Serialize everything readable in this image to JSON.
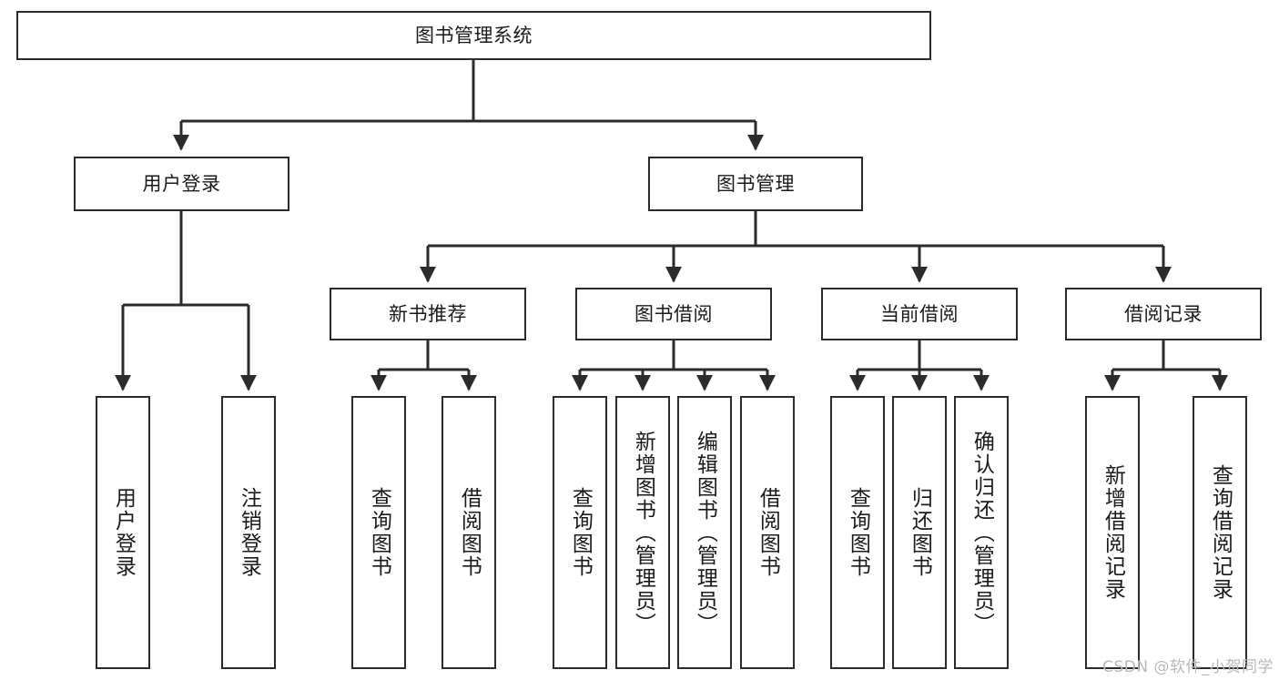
{
  "diagram": {
    "title": "图书管理系统",
    "type": "tree-hierarchy-diagram",
    "style": {
      "box_border_color": "#2b2b2b",
      "box_fill_color": "#ffffff",
      "line_color": "#2b2b2b",
      "text_color": "#1a1a1a",
      "background": "#ffffff"
    },
    "nodes": {
      "root": {
        "label": "图书管理系统"
      },
      "level1": [
        {
          "id": "user-login",
          "label": "用户登录"
        },
        {
          "id": "book-management",
          "label": "图书管理"
        }
      ],
      "level2": [
        {
          "id": "new-book-recommend",
          "label": "新书推荐"
        },
        {
          "id": "book-borrow",
          "label": "图书借阅"
        },
        {
          "id": "current-borrow",
          "label": "当前借阅"
        },
        {
          "id": "borrow-record",
          "label": "借阅记录"
        }
      ],
      "leaves": {
        "user-login": [
          {
            "id": "leaf-user-login",
            "label": "用户登录"
          },
          {
            "id": "leaf-user-logout",
            "label": "注销登录"
          }
        ],
        "new-book-recommend": [
          {
            "id": "leaf-query-book-1",
            "label": "查询图书"
          },
          {
            "id": "leaf-borrow-book-1",
            "label": "借阅图书"
          }
        ],
        "book-borrow": [
          {
            "id": "leaf-query-book-2",
            "label": "查询图书"
          },
          {
            "id": "leaf-add-book",
            "label": "新增图书（管理员）"
          },
          {
            "id": "leaf-edit-book",
            "label": "编辑图书（管理员）"
          },
          {
            "id": "leaf-borrow-book-2",
            "label": "借阅图书"
          }
        ],
        "current-borrow": [
          {
            "id": "leaf-query-book-3",
            "label": "查询图书"
          },
          {
            "id": "leaf-return-book",
            "label": "归还图书"
          },
          {
            "id": "leaf-confirm-return",
            "label": "确认归还（管理员）"
          }
        ],
        "borrow-record": [
          {
            "id": "leaf-add-record",
            "label": "新增借阅记录"
          },
          {
            "id": "leaf-query-record",
            "label": "查询借阅记录"
          }
        ]
      }
    }
  },
  "watermark": {
    "text": "CSDN @软件_小贺同学"
  }
}
